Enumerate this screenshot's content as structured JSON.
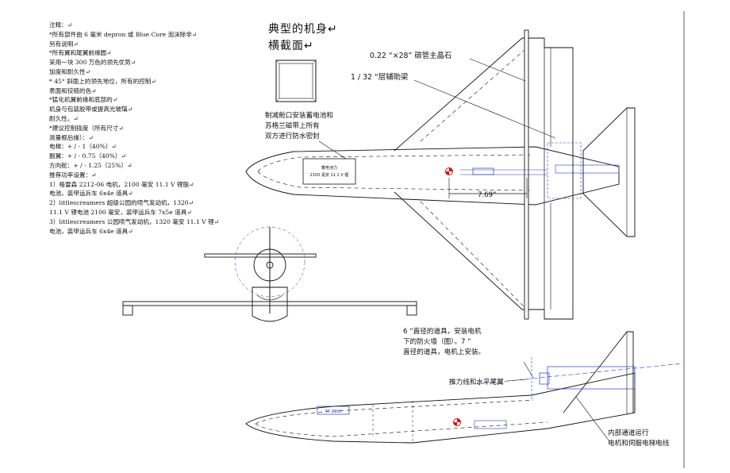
{
  "notes": [
    "注释：↵",
    "*所有部件由 6 毫米 depron 或 Blue Core 泡沫除非↵",
    "另有说明↵",
    "*所有翼和尾翼前缘圆↵",
    "采用一块 300 万色的领先优势↵",
    "加度和耐久性↵",
    "* 45° 斜面上的领先地位，所有的控制↵",
    "表面和铰链的色↵",
    "*猛化机翼前缘和底部的↵",
    "机身与包装胶带或提高光玻璃↵",
    "耐久性。↵",
    "*建议控制挠度（所有尺寸↵",
    "测量根后缘）：↵",
    "电梯：+ / - 1（40%）↵",
    "副翼：+ / - 0.75（40%）↵",
    "方向舵：+ / - 1.25（25%）↵",
    "推荐功率设置：↵",
    "1）格雷森 2212-06 电机，2100 毫安 11.1 V 锂脂↵",
    "电池，装甲运兵车 6x4e 道具↵",
    "2）littlescreamers 超级公园的喷气发动机，1320↵",
    "11.1 V 锂电池 2100 毫安，装甲运兵车 7x5e 道具↵",
    "3）littlescreamers 公园喷气发动机，1320 毫安 11.1 V 锂↵",
    "电池，装甲运兵车 6x4e 道具↵"
  ],
  "title": {
    "line1": "典型的机身↵",
    "line2": "横截面↵"
  },
  "labels": {
    "carbon_spar": "0.22 “×28” 碳管主晶石",
    "ply_spar": "1 / 32 “层辅助梁",
    "battery_note": [
      "制减舱口安装蓄电池和",
      "苏格兰磁带上所有",
      "双方进行防水密封"
    ],
    "battery_box": [
      "蓄电池力",
      "2100 毫安 11.1 V 锂"
    ],
    "dimension": "7.69”",
    "firewall_note": [
      "6 “直径的道具，安装电机",
      "下的防火墙（图）。7 “",
      "直径的道具，电机上安装。"
    ],
    "thrust_line": "推力线和水平尾翼",
    "side_battery": "TP 2100",
    "wiring_note": [
      "内部通道运行",
      "电机和伺服电梯电线"
    ]
  },
  "colors": {
    "ink": "#111111",
    "blue": "#2b37d0",
    "red": "#e01010",
    "gray": "#777777"
  }
}
